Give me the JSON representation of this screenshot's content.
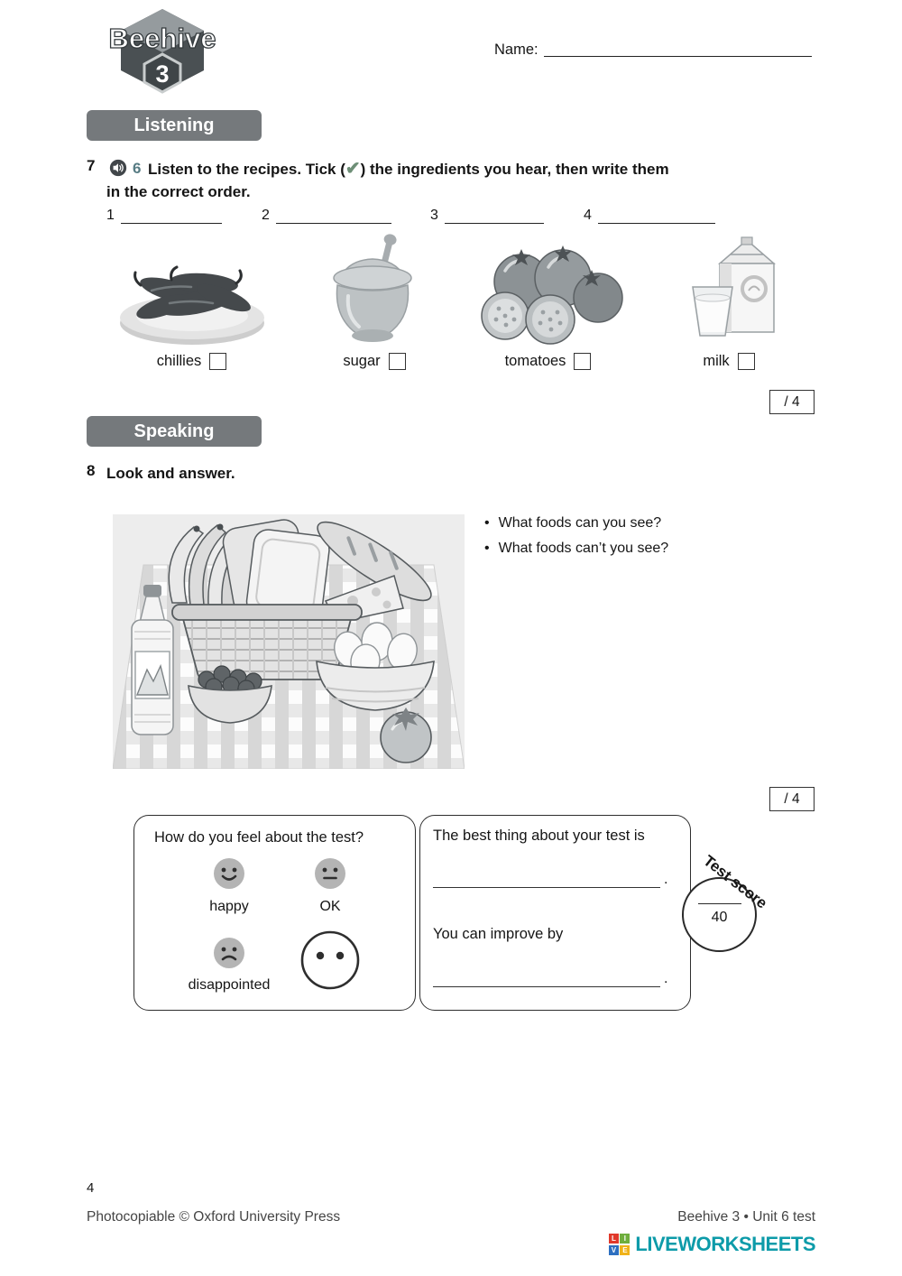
{
  "page": {
    "name_label": "Name:"
  },
  "logo": {
    "brand": "Beehive",
    "level": "3"
  },
  "listening": {
    "section_label": "Listening",
    "question_number": "7",
    "audio_track": "6",
    "instruction_before_tick": "Listen to the recipes. Tick (",
    "tick": "✔",
    "instruction_after_tick": ") the ingredients you hear, then write them",
    "instruction_line2": "in the correct order.",
    "blanks": [
      {
        "num": "1"
      },
      {
        "num": "2"
      },
      {
        "num": "3"
      },
      {
        "num": "4"
      }
    ],
    "items": [
      {
        "label": "chillies"
      },
      {
        "label": "sugar"
      },
      {
        "label": "tomatoes"
      },
      {
        "label": "milk"
      }
    ],
    "score": "/ 4"
  },
  "speaking": {
    "section_label": "Speaking",
    "question_number": "8",
    "instruction": "Look and answer.",
    "bullet_char": "•",
    "bullet_1": "What foods can you see?",
    "bullet_2": "What foods can’t you see?",
    "score": "/ 4"
  },
  "feedback": {
    "question": "How do you feel about the test?",
    "mood_happy": "happy",
    "mood_ok": "OK",
    "mood_disappointed": "disappointed",
    "best_thing_label": "The best thing about your test is",
    "improve_label": "You can improve by",
    "line_terminator": ".",
    "test_score_label": "Test score",
    "test_score_total": "40"
  },
  "footer": {
    "page_number": "4",
    "copyright": "Photocopiable © Oxford University Press",
    "test_reference": "Beehive 3 • Unit 6 test",
    "brand": "LIVEWORKSHEETS",
    "tiles": [
      "L",
      "I",
      "V",
      "E"
    ]
  }
}
